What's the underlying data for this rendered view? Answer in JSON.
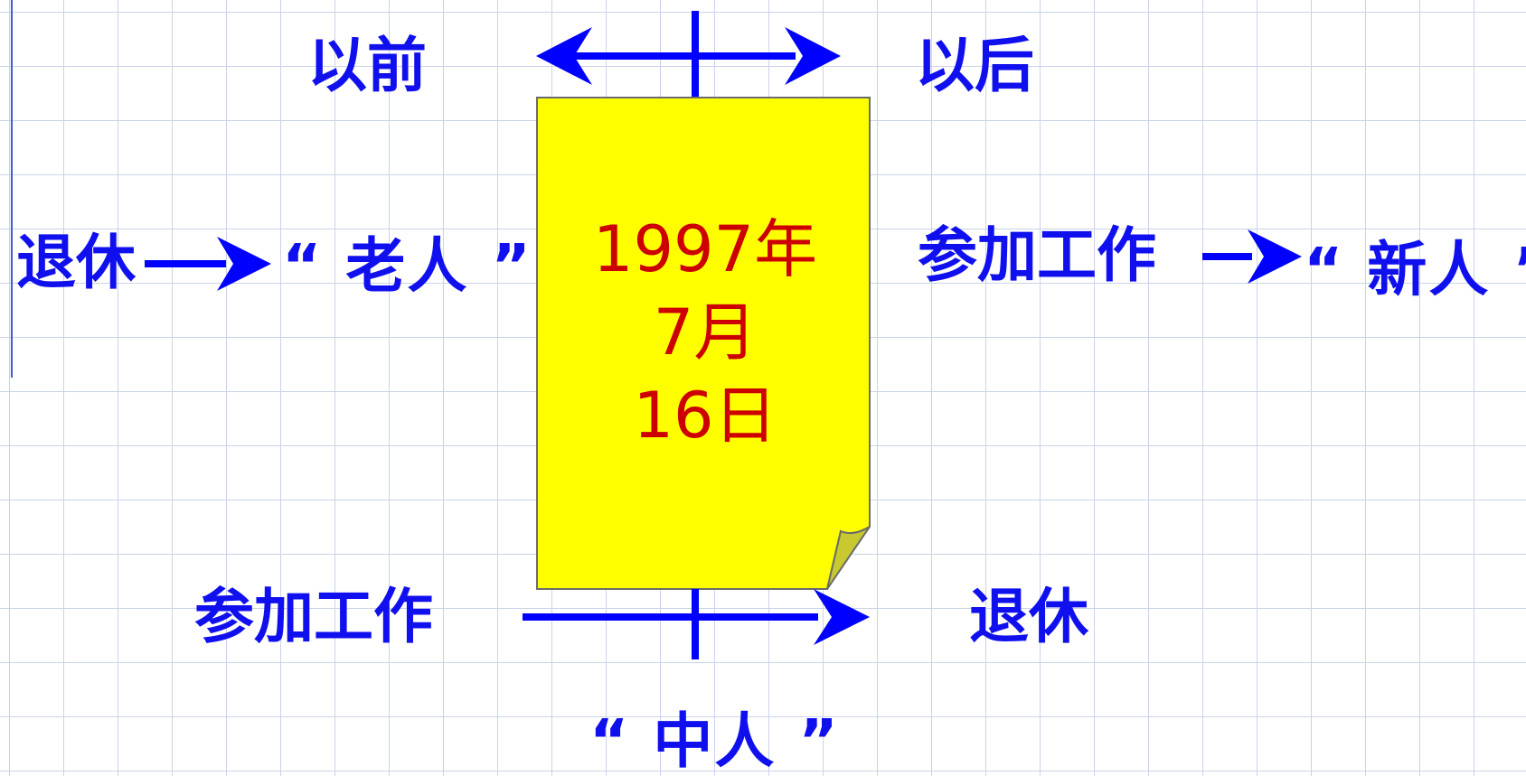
{
  "top": {
    "left_label": "以前",
    "right_label": "以后"
  },
  "old": {
    "retire_label": "退休",
    "group_label": "“ 老人 ”"
  },
  "new": {
    "join_label": "参加工作",
    "group_label": "“ 新人 ”"
  },
  "middle": {
    "join_label": "参加工作",
    "retire_label": "退休",
    "group_label": "“ 中人 ”"
  },
  "note": {
    "year": "1997年",
    "month": "7月",
    "day": "16日"
  },
  "colors": {
    "text": "#1010ee",
    "arrow": "#0000ff",
    "note_fill": "#ffff00",
    "note_text": "#cc0000",
    "fold": "#c8c830",
    "grid": "#c9d3e8"
  }
}
